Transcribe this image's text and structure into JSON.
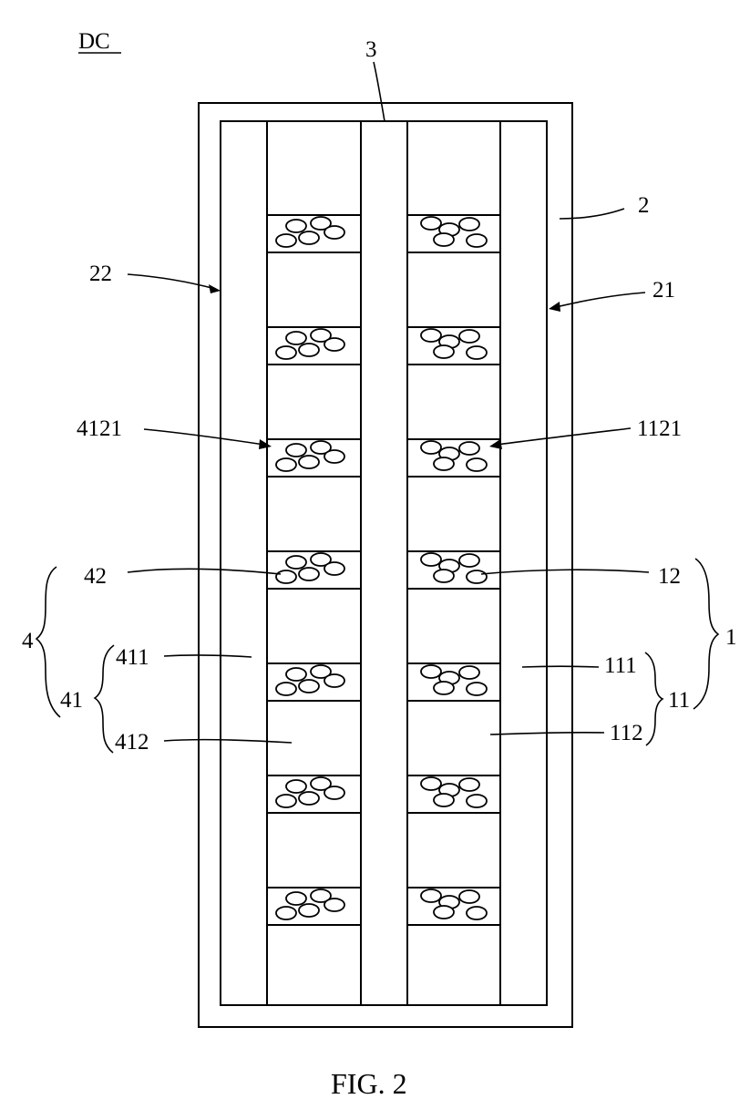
{
  "figure": {
    "corner_label": "DC",
    "caption": "FIG. 2",
    "labels": {
      "l3": "3",
      "l2": "2",
      "l22": "22",
      "l21": "21",
      "l4121": "4121",
      "l1121": "1121",
      "l42": "42",
      "l12": "12",
      "l4": "4",
      "l1": "1",
      "l411": "411",
      "l41": "41",
      "l412": "412",
      "l111": "111",
      "l11": "11",
      "l112": "112"
    },
    "particle_blocks_per_column": 7
  }
}
